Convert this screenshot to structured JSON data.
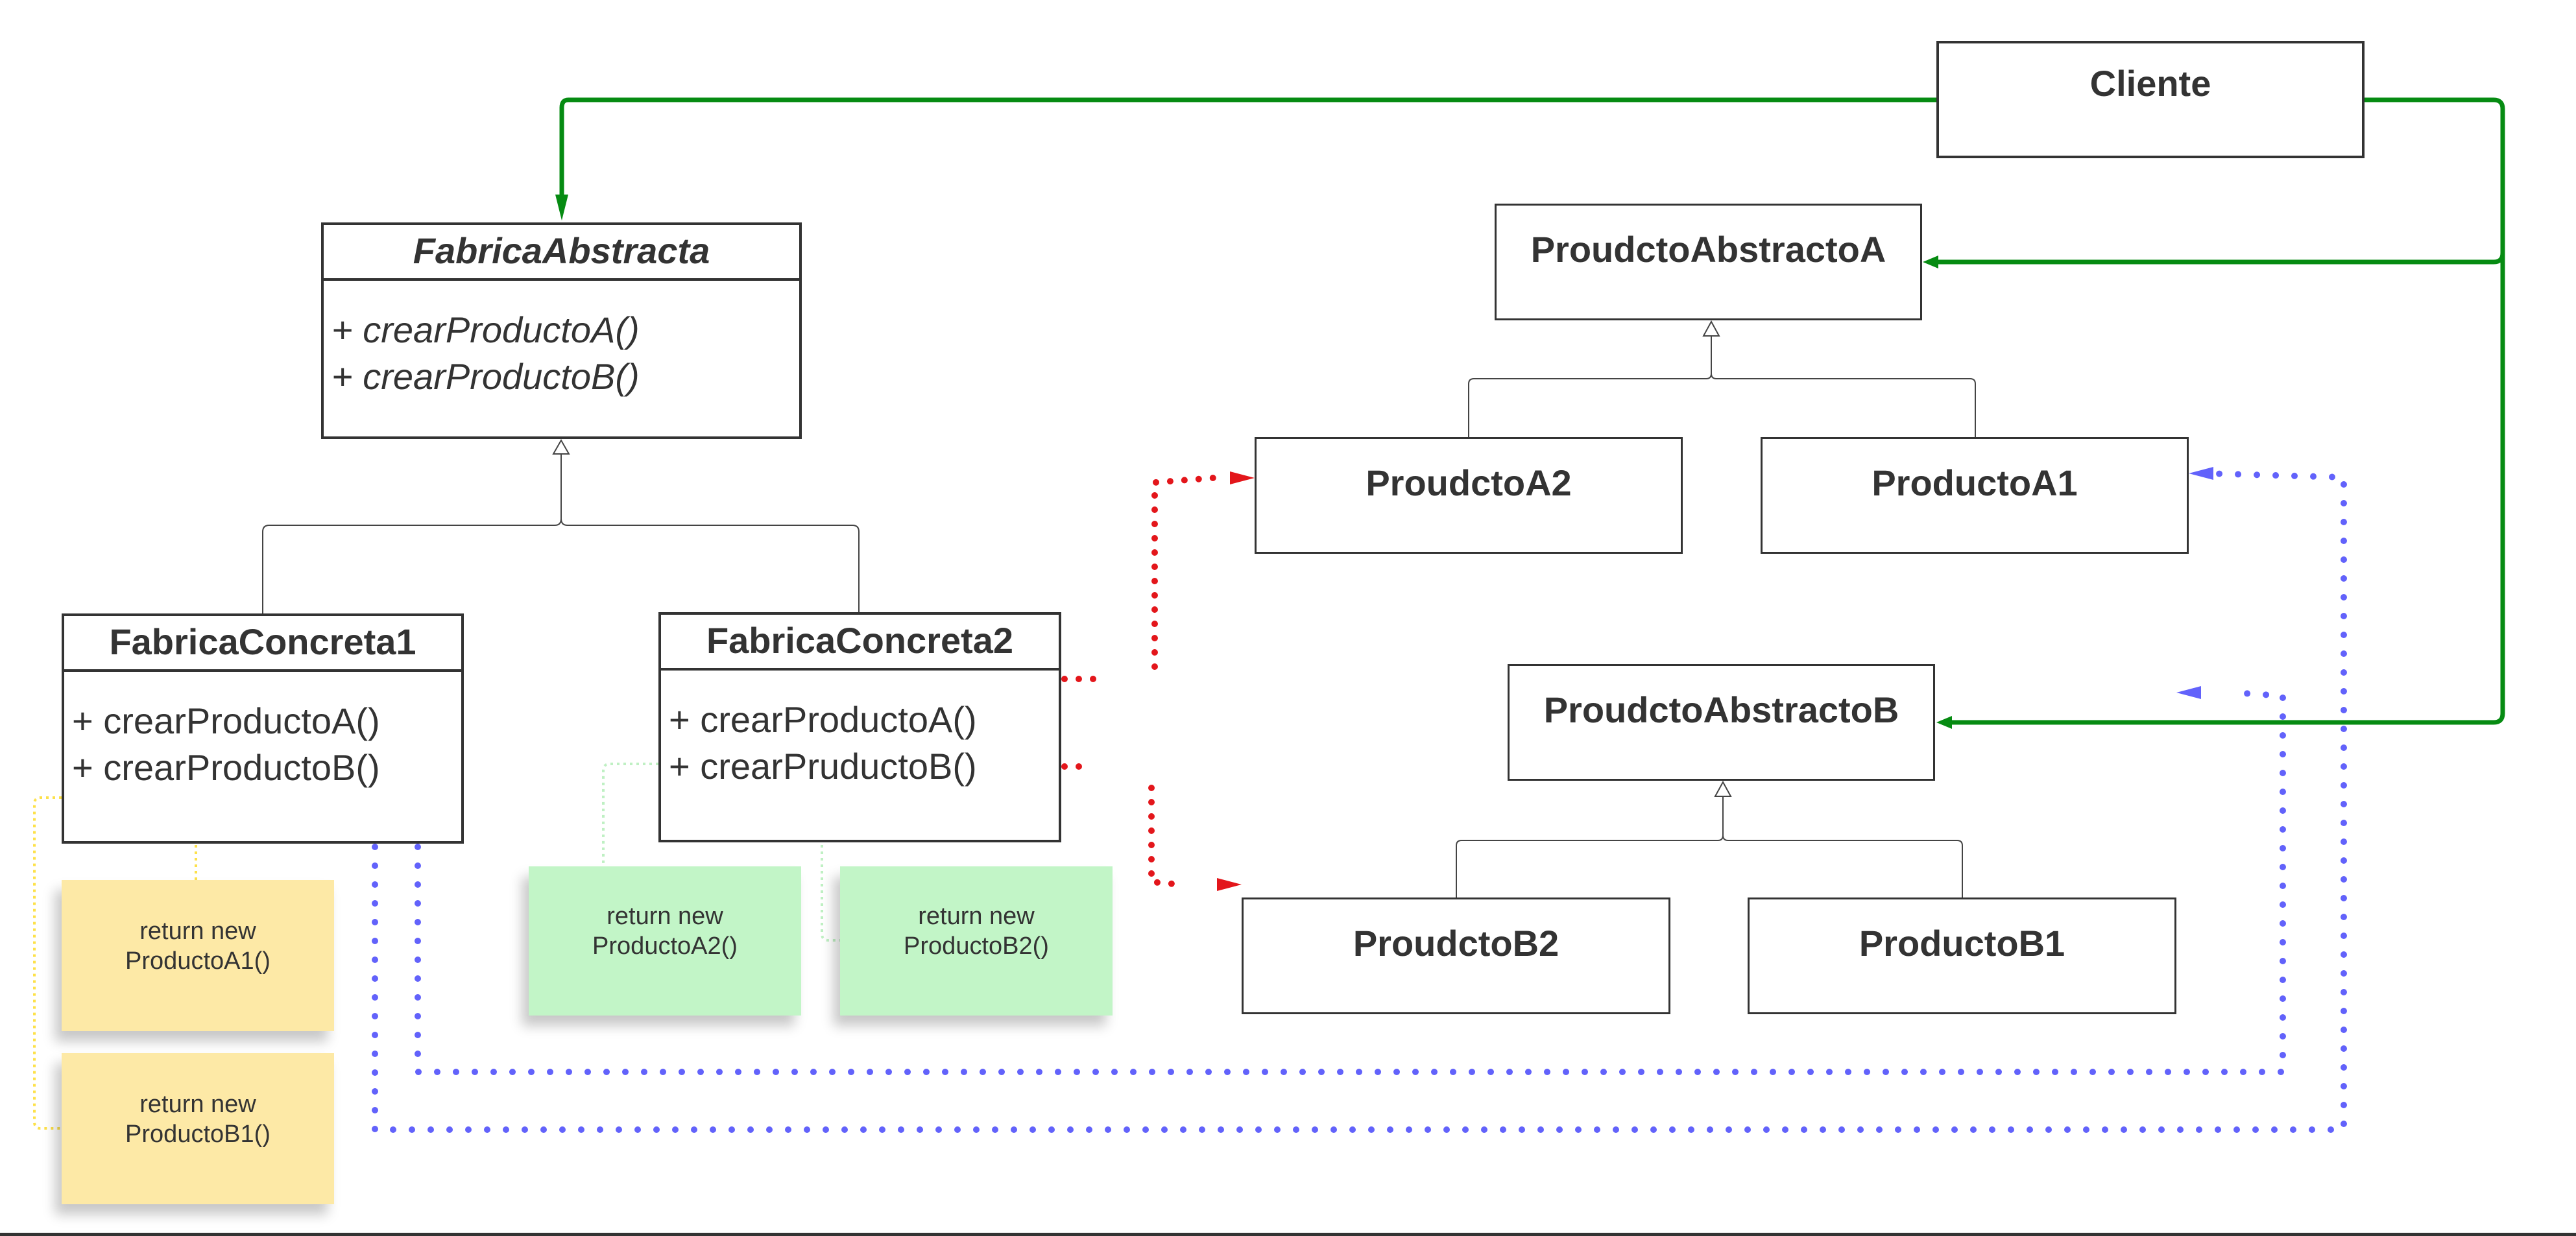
{
  "diagram": {
    "type": "UML class diagram - Abstract Factory pattern",
    "colors": {
      "client_association": "#068b12",
      "factory2_creates": "#e3161b",
      "factory1_creates": "#6262fb",
      "note_link_yellow": "#fde14a",
      "note_link_green": "#bff0c3",
      "yellow_note": "#fde9a6",
      "green_note": "#c2f5c7",
      "border": "#333333"
    },
    "client": {
      "name": "Cliente"
    },
    "abstract_factory": {
      "name": "FabricaAbstracta",
      "methods": [
        "+ crearProductoA()",
        "+ crearProductoB()"
      ]
    },
    "concrete_factories": [
      {
        "name": "FabricaConcreta1",
        "methods": [
          "+ crearProductoA()",
          "+ crearProductoB()"
        ]
      },
      {
        "name": "FabricaConcreta2",
        "methods": [
          "+ crearProductoA()",
          "+ crearPruductoB()"
        ]
      }
    ],
    "abstract_products": [
      {
        "name": "ProudctoAbstractoA"
      },
      {
        "name": "ProudctoAbstractoB"
      }
    ],
    "products": {
      "a2": "ProudctoA2",
      "a1": "ProductoA1",
      "b2": "ProudctoB2",
      "b1": "ProductoB1"
    },
    "notes": [
      {
        "line1": "return new",
        "line2": "ProductoA1()"
      },
      {
        "line1": "return new",
        "line2": "ProductoB1()"
      },
      {
        "line1": "return new",
        "line2": "ProductoA2()"
      },
      {
        "line1": "return new",
        "line2": "ProductoB2()"
      }
    ],
    "relationships": [
      {
        "from": "Cliente",
        "to": "FabricaAbstracta",
        "kind": "association"
      },
      {
        "from": "Cliente",
        "to": "ProudctoAbstractoA",
        "kind": "association"
      },
      {
        "from": "Cliente",
        "to": "ProudctoAbstractoB",
        "kind": "association"
      },
      {
        "from": "FabricaConcreta1",
        "to": "FabricaAbstracta",
        "kind": "generalization"
      },
      {
        "from": "FabricaConcreta2",
        "to": "FabricaAbstracta",
        "kind": "generalization"
      },
      {
        "from": "ProudctoA2",
        "to": "ProudctoAbstractoA",
        "kind": "generalization"
      },
      {
        "from": "ProductoA1",
        "to": "ProudctoAbstractoA",
        "kind": "generalization"
      },
      {
        "from": "ProudctoB2",
        "to": "ProudctoAbstractoB",
        "kind": "generalization"
      },
      {
        "from": "ProductoB1",
        "to": "ProudctoAbstractoB",
        "kind": "generalization"
      },
      {
        "from": "FabricaConcreta2",
        "to": "ProudctoA2",
        "kind": "dependency"
      },
      {
        "from": "FabricaConcreta2",
        "to": "ProudctoB2",
        "kind": "dependency"
      },
      {
        "from": "FabricaConcreta1",
        "to": "ProductoA1",
        "kind": "dependency"
      },
      {
        "from": "FabricaConcreta1",
        "to": "ProductoB1",
        "kind": "dependency"
      }
    ]
  }
}
